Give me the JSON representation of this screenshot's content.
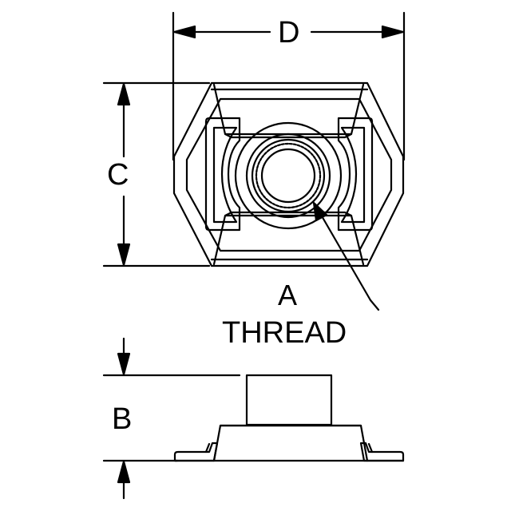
{
  "labels": {
    "d": "D",
    "c": "C",
    "a": "A",
    "thread": "THREAD",
    "b": "B"
  },
  "colors": {
    "line": "#000000",
    "background": "#ffffff"
  }
}
